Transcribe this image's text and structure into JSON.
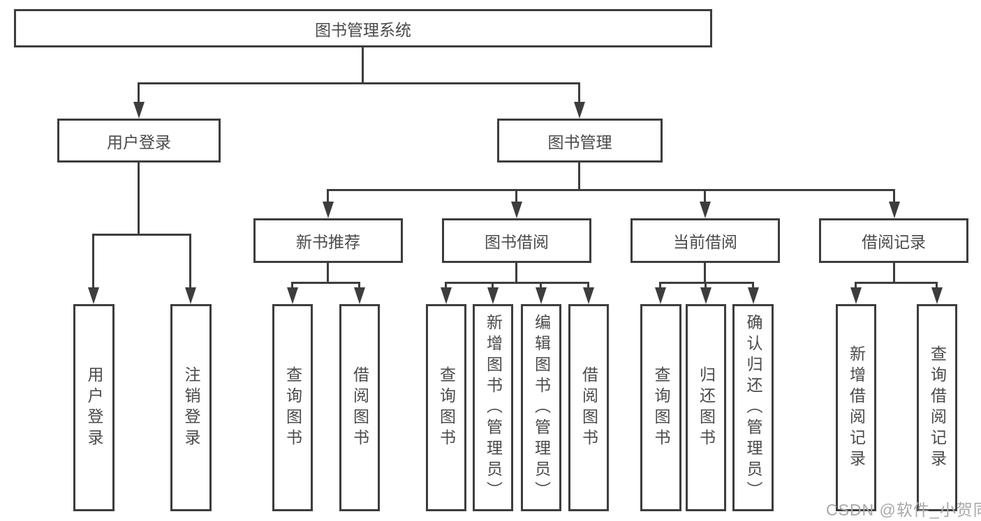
{
  "diagram_type": "hierarchy-chart",
  "tree": {
    "root": {
      "label": "图书管理系统"
    },
    "branches": [
      {
        "label": "用户登录",
        "children": [
          {
            "label": "用户登录"
          },
          {
            "label": "注销登录"
          }
        ]
      },
      {
        "label": "图书管理",
        "children": [
          {
            "label": "新书推荐",
            "children": [
              {
                "label": "查询图书"
              },
              {
                "label": "借阅图书"
              }
            ]
          },
          {
            "label": "图书借阅",
            "children": [
              {
                "label": "查询图书"
              },
              {
                "label": "新增图书（管理员）"
              },
              {
                "label": "编辑图书（管理员）"
              },
              {
                "label": "借阅图书"
              }
            ]
          },
          {
            "label": "当前借阅",
            "children": [
              {
                "label": "查询图书"
              },
              {
                "label": "归还图书"
              },
              {
                "label": "确认归还（管理员）"
              }
            ]
          },
          {
            "label": "借阅记录",
            "children": [
              {
                "label": "新增借阅记录"
              },
              {
                "label": "查询借阅记录"
              }
            ]
          }
        ]
      }
    ]
  },
  "watermark": {
    "text": "CSDN @软件_小贺同学",
    "color": "#a8a8a8"
  },
  "colors": {
    "line": "#3d3d3d",
    "box_border": "#3d3d3d",
    "text": "#4a4a4a",
    "background": "#ffffff"
  }
}
